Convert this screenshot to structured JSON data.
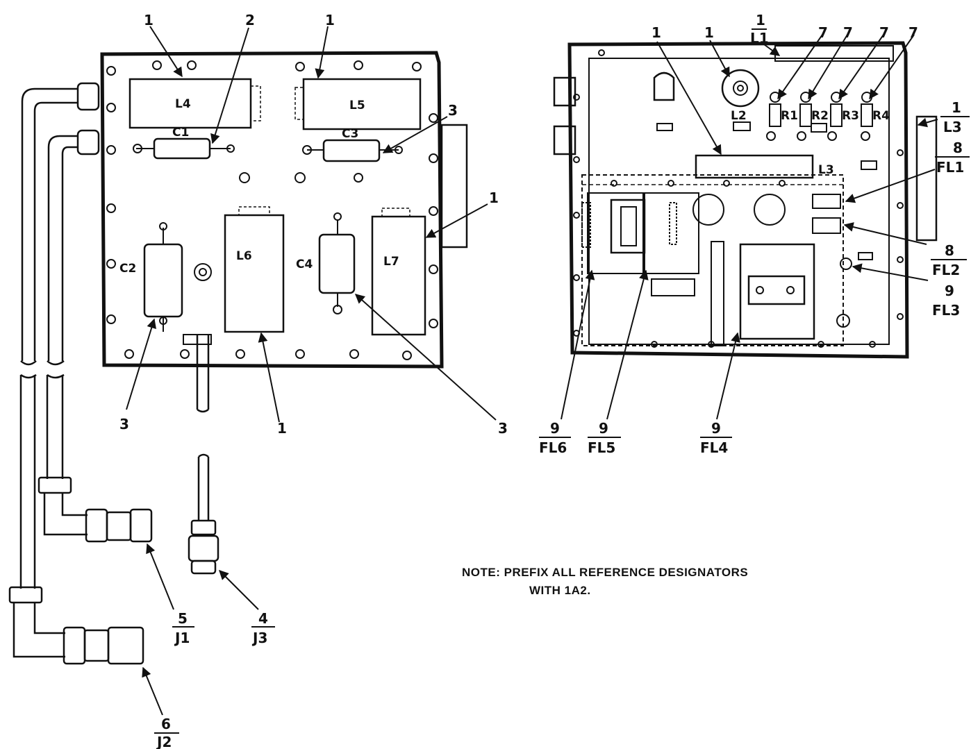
{
  "left_panel": {
    "components": [
      "L4",
      "L5",
      "C1",
      "C3",
      "L6",
      "L7",
      "C2",
      "C4"
    ],
    "callouts": {
      "l4_item": "1",
      "c1_item": "2",
      "l5_item": "1",
      "c3_item": "3",
      "l7_item": "1",
      "c2_item": "3",
      "l6_item": "1",
      "c4_item": "3"
    }
  },
  "cables": {
    "j1": {
      "item": "5",
      "designator": "J1"
    },
    "j2": {
      "item": "6",
      "designator": "J2"
    },
    "j3": {
      "item": "4",
      "designator": "J3"
    }
  },
  "right_panel": {
    "components": [
      "L2",
      "R1",
      "R2",
      "R3",
      "R4",
      "L3"
    ],
    "callouts": {
      "l3_top": {
        "item": "1"
      },
      "l2": {
        "item": "1"
      },
      "l1": {
        "item": "1",
        "designator": "L1"
      },
      "r1": {
        "item": "7"
      },
      "r2": {
        "item": "7"
      },
      "r3": {
        "item": "7"
      },
      "r4": {
        "item": "7"
      },
      "l3_side": {
        "item": "1",
        "designator": "L3"
      },
      "fl1": {
        "item": "8",
        "designator": "FL1"
      },
      "fl2": {
        "item": "8",
        "designator": "FL2"
      },
      "fl3": {
        "item": "9",
        "designator": "FL3"
      },
      "fl6": {
        "item": "9",
        "designator": "FL6"
      },
      "fl5": {
        "item": "9",
        "designator": "FL5"
      },
      "fl4": {
        "item": "9",
        "designator": "FL4"
      }
    }
  },
  "note": {
    "line1": "NOTE: PREFIX ALL REFERENCE DESIGNATORS",
    "line2": "WITH 1A2."
  }
}
